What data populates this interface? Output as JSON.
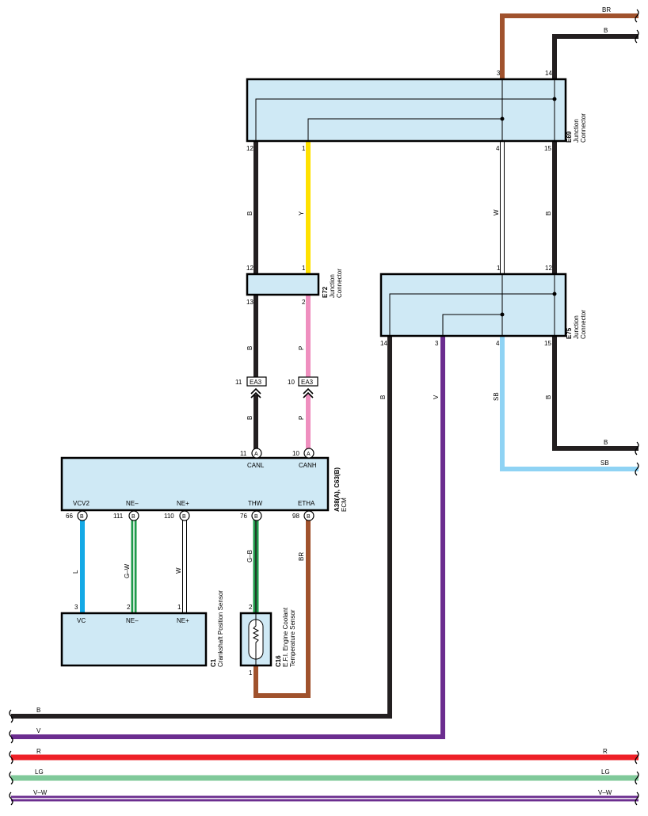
{
  "wire_colors": {
    "B": "#231f20",
    "BR": "#a0522d",
    "Y": "#ffe100",
    "P": "#ef8fbf",
    "W": "#ffffff",
    "V": "#6b2d8f",
    "SB": "#8fd3f4",
    "L": "#14a9e6",
    "G": "#1e9a4a",
    "R": "#ee2027",
    "LG": "#80c99a"
  },
  "components": {
    "e69": {
      "code": "E69",
      "line1": "Junction",
      "line2": "Connector",
      "pins": {
        "p3": "3",
        "p14": "14",
        "p12": "12",
        "p1": "1",
        "p4": "4",
        "p15": "15"
      }
    },
    "e72": {
      "code": "E72",
      "line1": "Junction",
      "line2": "Connector",
      "pins": {
        "p12": "12",
        "p1": "1",
        "p13": "13",
        "p2": "2"
      }
    },
    "e75": {
      "code": "E75",
      "line1": "Junction",
      "line2": "Connector",
      "pins": {
        "p1": "1",
        "p12": "12",
        "p14": "14",
        "p3": "3",
        "p4": "4",
        "p15": "15"
      }
    },
    "ea3": {
      "code": "EA3",
      "pin_left": "11",
      "pin_right": "10"
    },
    "ecm": {
      "code": "A38(A), C63(B)",
      "name": "ECM",
      "top_pins": {
        "canl_num": "11",
        "canh_num": "10",
        "letter": "A"
      },
      "top_labels": {
        "canl": "CANL",
        "canh": "CANH"
      },
      "bottom_pins": {
        "vcv2": "66",
        "nem": "111",
        "nep": "110",
        "thw": "76",
        "etha": "98",
        "letter": "B"
      },
      "bottom_labels": {
        "vcv2": "VCV2",
        "nem": "NE–",
        "nep": "NE+",
        "thw": "THW",
        "etha": "ETHA"
      }
    },
    "c1": {
      "code": "C1",
      "name": "Crankshaft Position Sensor",
      "pins": {
        "vc": "3",
        "nem": "2",
        "nep": "1"
      },
      "labels": {
        "vc": "VC",
        "nem": "NE–",
        "nep": "NE+"
      }
    },
    "c16": {
      "code": "C16",
      "line1": "E.F.I. Engine Coolant",
      "line2": "Temperature Sensor",
      "pins": {
        "top": "2",
        "bottom": "1"
      }
    }
  },
  "wire_labels": {
    "e69_left_b": "B",
    "e69_y": "Y",
    "e69_w": "W",
    "e69_right_b": "B",
    "e72_b": "B",
    "e72_p": "P",
    "ea3_b": "B",
    "ea3_p": "P",
    "e75_b": "B",
    "e75_v": "V",
    "e75_sb": "SB",
    "e75_right_b": "B",
    "c1_l": "L",
    "c1_gw": "G–W",
    "c1_w": "W",
    "c16_gb": "G–B",
    "etha_br": "BR",
    "top_br": "BR",
    "top_b": "B",
    "right_b": "B",
    "right_sb": "SB"
  },
  "bus_lines": {
    "b": "B",
    "v": "V",
    "r": "R",
    "lg": "LG",
    "vw": "V–W"
  }
}
